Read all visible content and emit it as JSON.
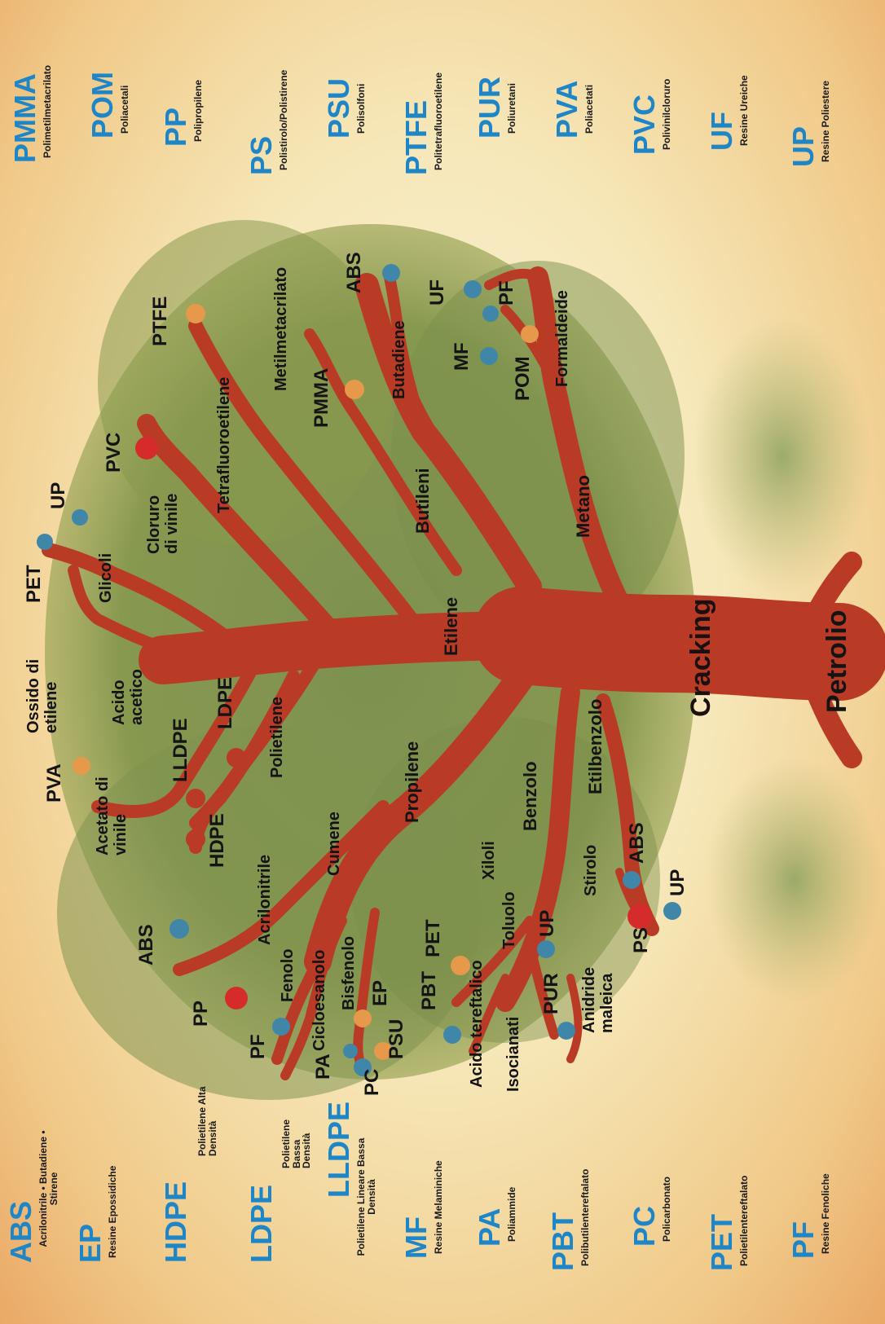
{
  "legend_left": [
    {
      "abbr": "ABS",
      "full": "Acrilonitrile • Butadiene • Stirene"
    },
    {
      "abbr": "EP",
      "full": "Resine Epossidiche"
    },
    {
      "abbr": "HDPE",
      "full": "Polietilene Alta Densità"
    },
    {
      "abbr": "LDPE",
      "full": "Polietilene Bassa Densità"
    },
    {
      "abbr": "LLDPE",
      "full": "Polietilene Lineare Bassa Densità"
    },
    {
      "abbr": "MF",
      "full": "Resine Melaminiche"
    },
    {
      "abbr": "PA",
      "full": "Poliammide"
    },
    {
      "abbr": "PBT",
      "full": "Polibutilentereftalato"
    },
    {
      "abbr": "PC",
      "full": "Policarbonato"
    },
    {
      "abbr": "PET",
      "full": "Polietilentereftalato"
    },
    {
      "abbr": "PF",
      "full": "Resine Fenoliche"
    }
  ],
  "legend_right": [
    {
      "abbr": "PMMA",
      "full": "Polimetilmetacrilato"
    },
    {
      "abbr": "POM",
      "full": "Poliacetali"
    },
    {
      "abbr": "PP",
      "full": "Polipropilene"
    },
    {
      "abbr": "PS",
      "full": "Polistirolo/Polistirene"
    },
    {
      "abbr": "PSU",
      "full": "Polisolfoni"
    },
    {
      "abbr": "PTFE",
      "full": "Politetrafluoroetilene"
    },
    {
      "abbr": "PUR",
      "full": "Poliuretani"
    },
    {
      "abbr": "PVA",
      "full": "Poliacetati"
    },
    {
      "abbr": "PVC",
      "full": "Polivinilcloruro"
    },
    {
      "abbr": "UF",
      "full": "Resine Ureiche"
    },
    {
      "abbr": "UP",
      "full": "Resine Poliestere"
    }
  ],
  "trunk": {
    "root": "Petrolio",
    "process": "Cracking"
  },
  "intermediates": {
    "etilene": "Etilene",
    "propilene": "Propilene",
    "butileni": "Butileni",
    "metano": "Metano",
    "benzolo": "Benzolo",
    "etilbenzolo": "Etilbenzolo",
    "stirolo": "Stirolo",
    "xiloli": "Xiloli",
    "toluolo": "Toluolo",
    "isocianati": "Isocianati",
    "acido_tereftalico": "Acido tereftalico",
    "anidride_maleica": "Anidride maleica",
    "cumene": "Cumene",
    "fenolo": "Fenolo",
    "cicloesanolo": "Cicloesanolo",
    "bisfenolo": "Bisfenolo",
    "acrilonitrile": "Acrilonitrile",
    "polietilene": "Polietilene",
    "acetato_di_vinile": "Acetato di vinile",
    "acido_acetico": "Acido acetico",
    "ossido_di_etilene": "Ossido di etilene",
    "glicoli": "Glicoli",
    "cloruro_di_vinile": "Cloruro di vinile",
    "tetrafluoroetilene": "Tetrafluoroetilene",
    "metilmetacrilato": "Metilmetacrilato",
    "butadiene": "Butadiene",
    "formaldeide": "Formaldeide"
  },
  "polymers": {
    "abs_top": "ABS",
    "pp": "PP",
    "pf_top": "PF",
    "pa": "PA",
    "pc": "PC",
    "psu": "PSU",
    "ep": "EP",
    "pbt": "PBT",
    "pet_left": "PET",
    "pur": "PUR",
    "up_left": "UP",
    "ps": "PS",
    "abs_bottom": "ABS",
    "up_bottom": "UP",
    "hdpe": "HDPE",
    "lldpe": "LLDPE",
    "ldpe": "LDPE",
    "pva": "PVA",
    "pet_top": "PET",
    "up_top": "UP",
    "pvc": "PVC",
    "ptfe": "PTFE",
    "pmma": "PMMA",
    "abs_right": "ABS",
    "uf": "UF",
    "mf": "MF",
    "pf_right": "PF",
    "pom": "POM"
  },
  "colors": {
    "branch": "#b93b26",
    "foliage": "#7f9450",
    "abbr": "#1e86c7",
    "dot_blue": "#3f86a8",
    "dot_orange": "#e6994a",
    "dot_red": "#d62b2b",
    "text": "#141414"
  }
}
